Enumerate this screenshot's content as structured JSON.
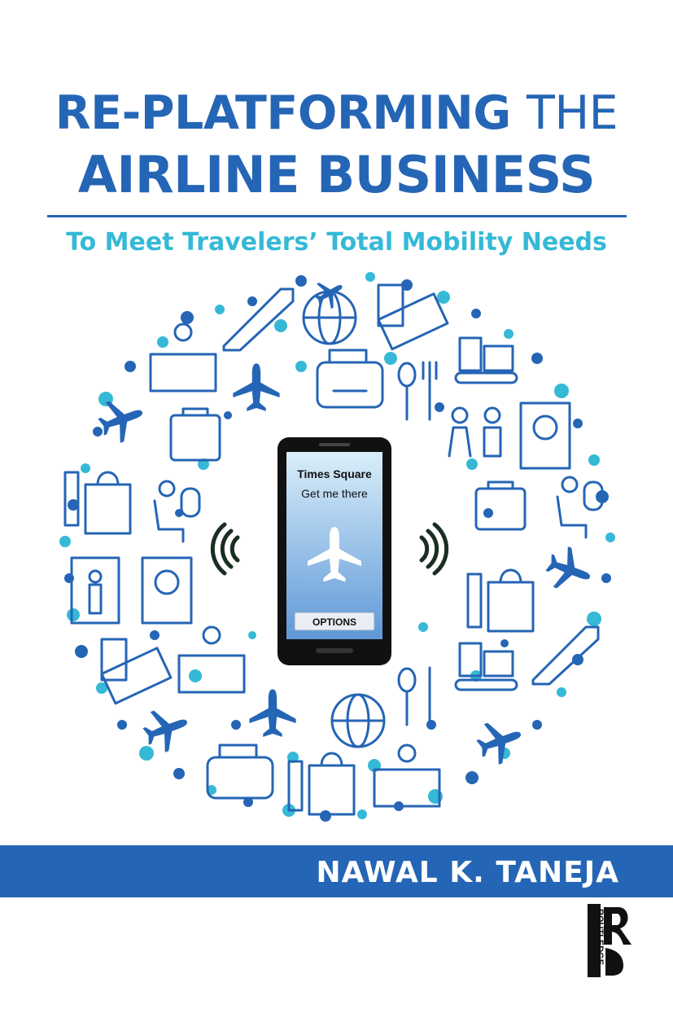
{
  "title": {
    "line1_bold": "RE-PLATFORMING",
    "line1_light": "THE",
    "line2": "AIRLINE BUSINESS"
  },
  "subtitle": "To Meet Travelers’ Total Mobility Needs",
  "phone": {
    "destination": "Times Square",
    "prompt": "Get me there",
    "button": "OPTIONS"
  },
  "author": "NAWAL K. TANEJA",
  "publisher": "ROUTLEDGE",
  "colors": {
    "primary": "#2565b5",
    "accent": "#35b9d6",
    "background": "#ffffff"
  },
  "icons": [
    "airplane-icon",
    "globe-icon",
    "escalator-icon",
    "boarding-pass-icon",
    "luggage-icon",
    "checkin-desk-icon",
    "taxi-icon",
    "fork-spoon-icon",
    "passport-icon",
    "traveler-icon",
    "shopping-bag-icon",
    "seat-icon",
    "window-icon",
    "security-gate-icon",
    "wifi-signal-icon"
  ]
}
